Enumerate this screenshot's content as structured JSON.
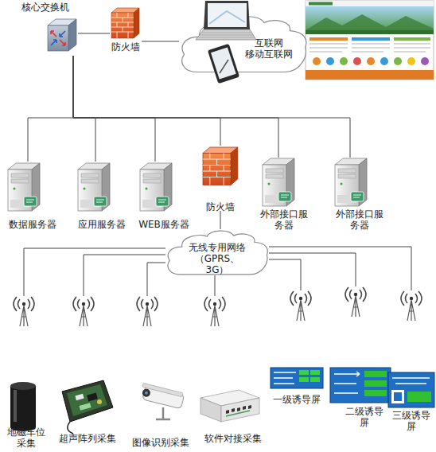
{
  "diagram": {
    "nodes": [
      {
        "text": [
          "核心交换机"
        ]
      },
      {
        "text": [
          "防火墙"
        ]
      },
      {
        "text": [
          "互联网 移动互联网"
        ]
      },
      {
        "text": [
          "数据服务器"
        ]
      },
      {
        "text": [
          "应用服务器"
        ]
      },
      {
        "text": [
          "WEB服务器"
        ]
      },
      {
        "text": [
          "防火墙"
        ]
      },
      {
        "text": [
          "外部接口服务器"
        ]
      },
      {
        "text": [
          "外部接口服务器"
        ]
      },
      {
        "text": [
          "无线专用网络 （GPRS、3G）"
        ]
      },
      {
        "text": [
          "地磁车位采集"
        ]
      },
      {
        "text": [
          "超声阵列采集"
        ]
      },
      {
        "text": [
          "图像识别采集"
        ]
      },
      {
        "text": [
          "软件对接采集"
        ]
      },
      {
        "text": [
          "一级诱导屏"
        ]
      },
      {
        "text": [
          "二级诱导屏"
        ]
      },
      {
        "text": [
          "三级诱导屏"
        ]
      }
    ],
    "edges": [
      {
        "from": 0,
        "to": 1,
        "arrow": "none"
      },
      {
        "from": 1,
        "to": 2,
        "arrow": "none"
      },
      {
        "from": 0,
        "to": 3,
        "arrow": "none"
      },
      {
        "from": 0,
        "to": 4,
        "arrow": "none"
      },
      {
        "from": 0,
        "to": 5,
        "arrow": "none"
      },
      {
        "from": 0,
        "to": 6,
        "arrow": "none"
      },
      {
        "from": 0,
        "to": 7,
        "arrow": "none"
      },
      {
        "from": 0,
        "to": 8,
        "arrow": "none"
      },
      {
        "from": 6,
        "to": 9,
        "arrow": "none"
      },
      {
        "from": 9,
        "to": 10,
        "arrow": "none"
      },
      {
        "from": 9,
        "to": 11,
        "arrow": "none"
      },
      {
        "from": 9,
        "to": 12,
        "arrow": "none"
      },
      {
        "from": 9,
        "to": 13,
        "arrow": "none"
      },
      {
        "from": 9,
        "to": 14,
        "arrow": "none"
      },
      {
        "from": 9,
        "to": 15,
        "arrow": "none"
      },
      {
        "from": 9,
        "to": 16,
        "arrow": "none"
      }
    ]
  }
}
